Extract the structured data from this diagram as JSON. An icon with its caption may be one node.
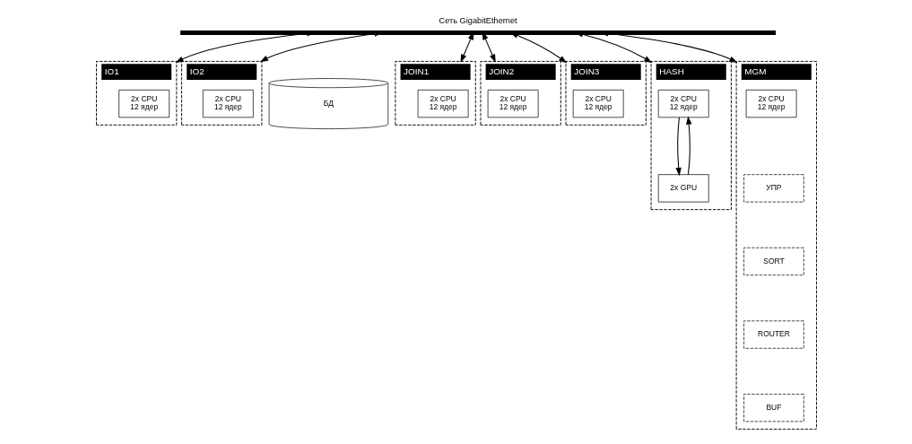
{
  "diagram": {
    "nodes": [
      {
        "text": [
          "Сеть GigabitEthernet"
        ]
      },
      {
        "text": [
          "IO1"
        ]
      },
      {
        "text": [
          "IO2"
        ]
      },
      {
        "text": [
          "БД"
        ]
      },
      {
        "text": [
          "2x CPU 12 ядер"
        ],
        "in": 1
      },
      {
        "text": [
          "2x CPU 12 ядер"
        ],
        "in": 2
      },
      {
        "text": [
          "JOIN1"
        ]
      },
      {
        "text": [
          "2x CPU 12 ядер"
        ],
        "in": 6
      },
      {
        "text": [
          "JOIN2"
        ]
      },
      {
        "text": [
          "2x CPU 12 ядер"
        ],
        "in": 8
      },
      {
        "text": [
          "JOIN3"
        ]
      },
      {
        "text": [
          "2x CPU 12 ядер"
        ],
        "in": 10
      },
      {
        "text": [
          "HASH"
        ]
      },
      {
        "text": [
          "2x CPU 12 ядер"
        ],
        "in": 12
      },
      {
        "text": [
          "2x GPU"
        ],
        "in": 12
      },
      {
        "text": [
          "MGM"
        ]
      },
      {
        "text": [
          "2x CPU 12 ядер"
        ],
        "in": 15
      },
      {
        "text": [
          "УПР"
        ],
        "in": 15
      },
      {
        "text": [
          "SORT"
        ],
        "in": 15
      },
      {
        "text": [
          "ROUTER"
        ],
        "in": 15
      },
      {
        "text": [
          "BUF"
        ],
        "in": 15
      }
    ],
    "edges": [
      {
        "from": 0,
        "to": 1,
        "arrow": "both"
      },
      {
        "from": 0,
        "to": 2,
        "arrow": "both"
      },
      {
        "from": 0,
        "to": 6,
        "arrow": "both"
      },
      {
        "from": 0,
        "to": 8,
        "arrow": "both"
      },
      {
        "from": 0,
        "to": 10,
        "arrow": "both"
      },
      {
        "from": 0,
        "to": 12,
        "arrow": "both"
      },
      {
        "from": 0,
        "to": 15,
        "arrow": "both"
      },
      {
        "from": 13,
        "to": 14,
        "arrow": "to"
      },
      {
        "from": 14,
        "to": 13,
        "arrow": "to"
      }
    ]
  }
}
